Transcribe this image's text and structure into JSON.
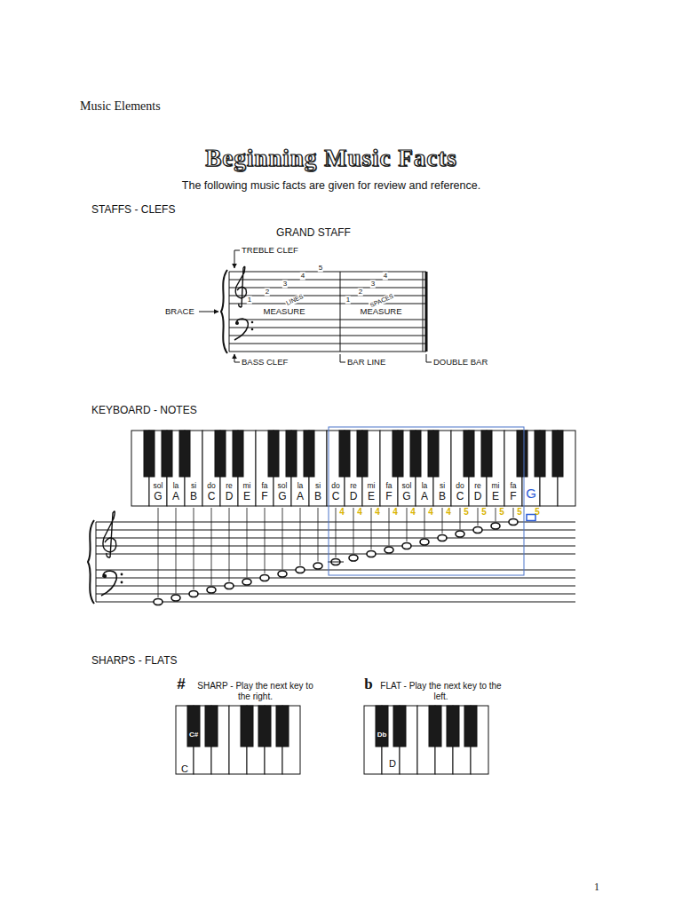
{
  "diagram": {
    "title": "Beginning Music Facts",
    "labels": [
      "Music Elements",
      "The following music facts are given for review and reference.",
      "STAFFS - CLEFS",
      "GRAND STAFF",
      "TREBLE CLEF",
      "1",
      "2",
      "3",
      "4",
      "5",
      "LINES",
      "1",
      "2",
      "3",
      "4",
      "SPACES",
      "MEASURE",
      "MEASURE",
      "BRACE",
      "BASS CLEF",
      "BAR LINE",
      "DOUBLE BAR",
      "KEYBOARD - NOTES",
      "sol",
      "la",
      "si",
      "do",
      "re",
      "mi",
      "fa",
      "sol",
      "la",
      "si",
      "do",
      "re",
      "mi",
      "fa",
      "sol",
      "la",
      "si",
      "do",
      "re",
      "mi",
      "fa",
      "G",
      "A",
      "B",
      "C",
      "D",
      "E",
      "F",
      "G",
      "A",
      "B",
      "C",
      "D",
      "E",
      "F",
      "G",
      "A",
      "B",
      "C",
      "D",
      "E",
      "F",
      "G",
      "4",
      "4",
      "4",
      "4",
      "4",
      "4",
      "4",
      "5",
      "5",
      "5",
      "5",
      "5",
      "SHARPS - FLATS",
      "#",
      "SHARP - Play the next key to the right.",
      "C#",
      "C",
      "b",
      "FLAT - Play the next key to the left.",
      "Db",
      "D",
      "1"
    ]
  }
}
